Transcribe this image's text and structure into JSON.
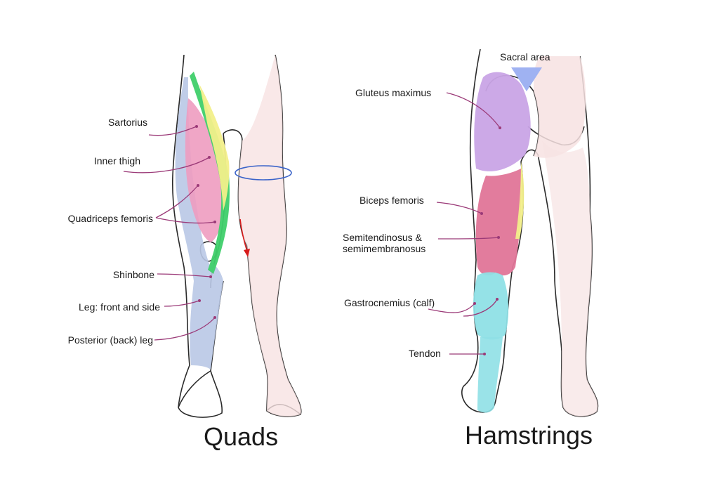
{
  "quads": {
    "title": "Quads",
    "labels": {
      "sartorius": "Sartorius",
      "inner_thigh": "Inner thigh",
      "quadriceps_femoris": "Quadriceps femoris",
      "shinbone": "Shinbone",
      "leg_front_side": "Leg: front and side",
      "posterior_leg": "Posterior (back) leg"
    }
  },
  "hamstrings": {
    "title": "Hamstrings",
    "labels": {
      "sacral_area": "Sacral area",
      "gluteus_maximus": "Gluteus maximus",
      "biceps_femoris": "Biceps femoris",
      "semitendinosus": "Semitendinosus &\nsemimembranosus",
      "gastrocnemius": "Gastrocnemius (calf)",
      "tendon": "Tendon"
    }
  },
  "colors": {
    "leader_line": "#9b3a78",
    "sartorius": "#3fcf6a",
    "inner_thigh": "#f2ef8a",
    "quadriceps": "#ee9cc0",
    "shin": "#b9c8e6",
    "gluteus": "#c9a4e6",
    "biceps_femoris": "#e07598",
    "calf": "#8fe0e6",
    "sacral": "#9fb2f2",
    "skin_shade": "#f3d4d4",
    "outline": "#2a2a2a",
    "knee_ring": "#3a63c9",
    "arrow": "#d81b1b"
  }
}
